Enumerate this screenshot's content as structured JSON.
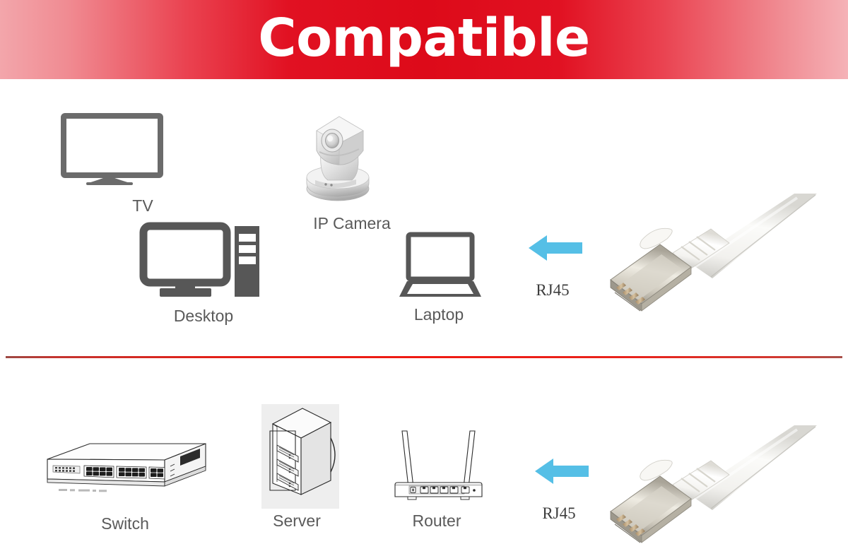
{
  "banner": {
    "title": "Compatible",
    "gradient_center_color": "#dd0a19",
    "gradient_edge_color": "#f3a6ab",
    "text_color": "#ffffff"
  },
  "divider": {
    "color": "#e21a12"
  },
  "colors": {
    "icon_gray": "#6b6b6b",
    "icon_dark_gray": "#575757",
    "label_gray": "#5a5a5a",
    "arrow_blue": "#55bfe6",
    "lineart_stroke": "#2b2b2b",
    "cable_white": "#efefed",
    "connector_metal": "#b9b3a8"
  },
  "rows": [
    {
      "name": "consumer-devices",
      "devices": [
        {
          "label": "TV",
          "icon": "tv-icon"
        },
        {
          "label": "IP Camera",
          "icon": "ip-camera-icon"
        },
        {
          "label": "Desktop",
          "icon": "desktop-icon"
        },
        {
          "label": "Laptop",
          "icon": "laptop-icon"
        }
      ],
      "connector": {
        "label": "RJ45",
        "arrow": "arrow-left-icon",
        "cable": "rj45-cable-icon"
      }
    },
    {
      "name": "network-devices",
      "devices": [
        {
          "label": "Switch",
          "icon": "network-switch-icon"
        },
        {
          "label": "Server",
          "icon": "server-rack-icon"
        },
        {
          "label": "Router",
          "icon": "wifi-router-icon"
        }
      ],
      "connector": {
        "label": "RJ45",
        "arrow": "arrow-left-icon",
        "cable": "rj45-cable-icon"
      }
    }
  ]
}
